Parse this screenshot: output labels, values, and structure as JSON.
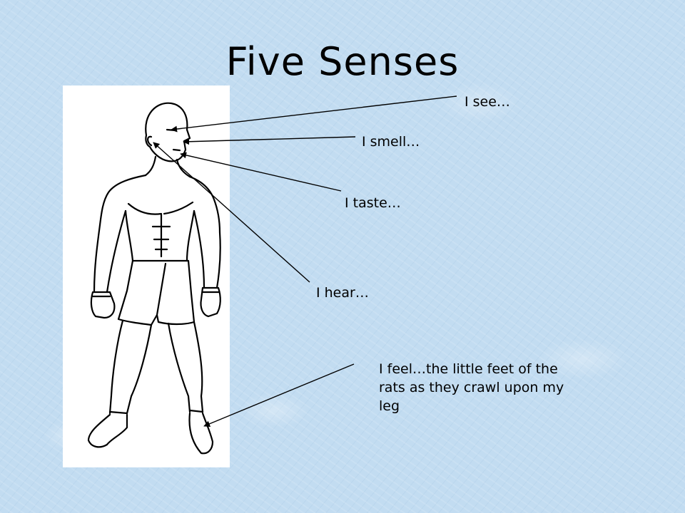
{
  "title": "Five Senses",
  "labels": {
    "see": "I see…",
    "smell": "I smell…",
    "taste": "I taste…",
    "hear": "I hear…",
    "feel": "I feel…the little feet of the rats as they crawl upon my leg"
  },
  "colors": {
    "background": "#c2dcf1",
    "panel": "#ffffff",
    "ink": "#000000"
  }
}
